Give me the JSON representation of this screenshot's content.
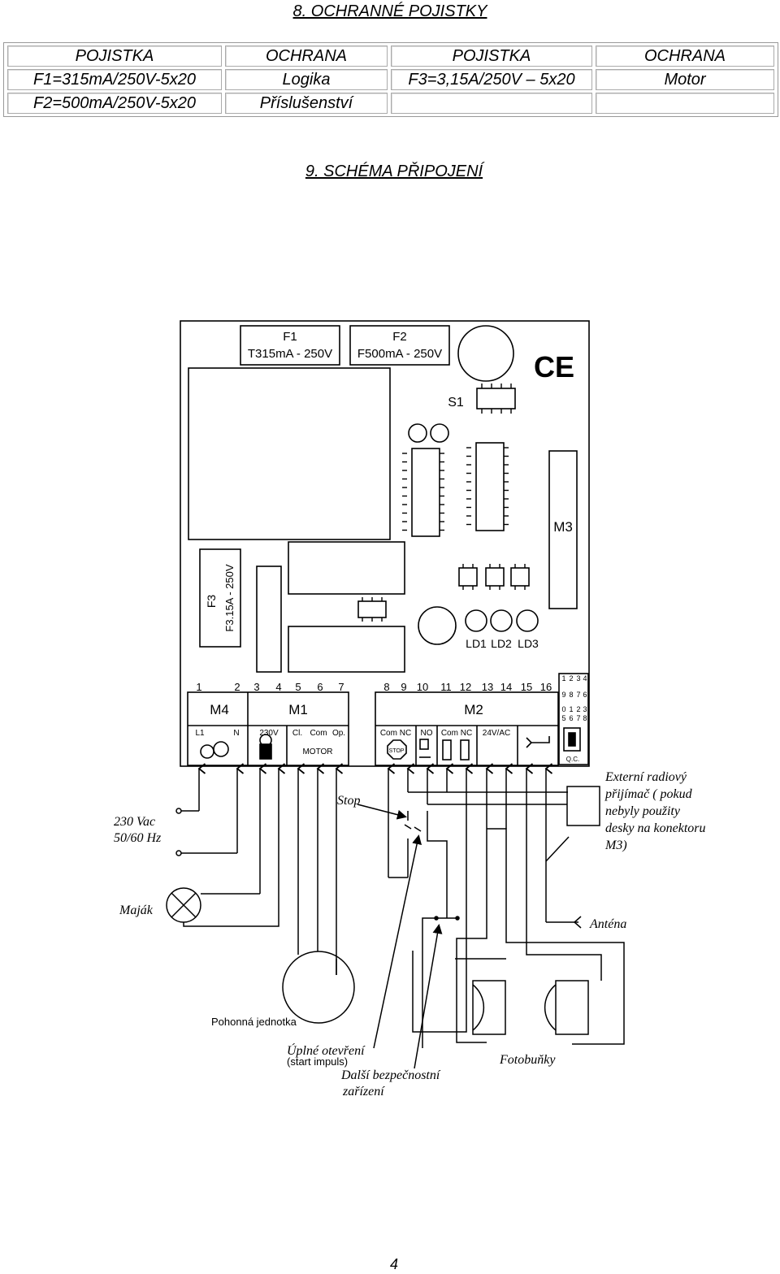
{
  "section8": {
    "title": "8. OCHRANNÉ POJISTKY"
  },
  "fuse_table": {
    "header": [
      "POJISTKA",
      "OCHRANA",
      "POJISTKA",
      "OCHRANA"
    ],
    "rows": [
      [
        "F1=315mA/250V-5x20",
        "Logika",
        "F3=3,15A/250V – 5x20",
        "Motor"
      ],
      [
        "F2=500mA/250V-5x20",
        "Příslušenství",
        "",
        ""
      ]
    ]
  },
  "section9": {
    "title": "9. SCHÉMA PŘIPOJENÍ"
  },
  "board": {
    "f1_name": "F1",
    "f1_value": "T315mA - 250V",
    "f2_name": "F2",
    "f2_value": "F500mA - 250V",
    "f3_name": "F3",
    "f3_value": "F3.15A - 250V",
    "s1": "S1",
    "ce": "CE",
    "m3": "M3",
    "ld1": "LD1",
    "ld2": "LD2",
    "ld3": "LD3",
    "terminal_numbers": [
      "1",
      "2",
      "3",
      "4",
      "5",
      "6",
      "7",
      "8",
      "9",
      "10",
      "11",
      "12",
      "13",
      "14",
      "15",
      "16"
    ],
    "m4": "M4",
    "m1": "M1",
    "m2": "M2",
    "m4_l1": "L1",
    "m4_n": "N",
    "m1_230v": "230V",
    "m1_cl": "Cl.",
    "m1_com": "Com",
    "m1_op": "Op.",
    "m1_motor": "MOTOR",
    "m2_com_nc": "Com NC",
    "m2_no": "NO",
    "m2_com_nc2": "Com NC",
    "m2_24v": "24V/AC",
    "stop_sign": "STOP",
    "qc": "Q.C.",
    "dip_row1": [
      "1",
      "2",
      "3",
      "4"
    ],
    "dip_row2": [
      "9",
      "8",
      "7",
      "6"
    ],
    "dip_row3": [
      "0",
      "1",
      "2",
      "3"
    ],
    "dip_row4": [
      "5",
      "6",
      "7",
      "8"
    ]
  },
  "labels": {
    "mains": "230 Vac",
    "mains_freq": "50/60 Hz",
    "lamp": "Maják",
    "motor": "Pohonná jednotka",
    "stop": "Stop",
    "open_full": "Úplné otevření",
    "open_full_sub": "(start impuls)",
    "safety_line1": "Další bezpečnostní",
    "safety_line2": "zařízení",
    "photocells": "Fotobuňky",
    "antenna": "Anténa",
    "receiver_line1": "Externí radiový",
    "receiver_line2": "přijímač ( pokud",
    "receiver_line3": "nebyly použity",
    "receiver_line4": "desky na konektoru",
    "receiver_line5": "M3)"
  },
  "page_number": "4"
}
